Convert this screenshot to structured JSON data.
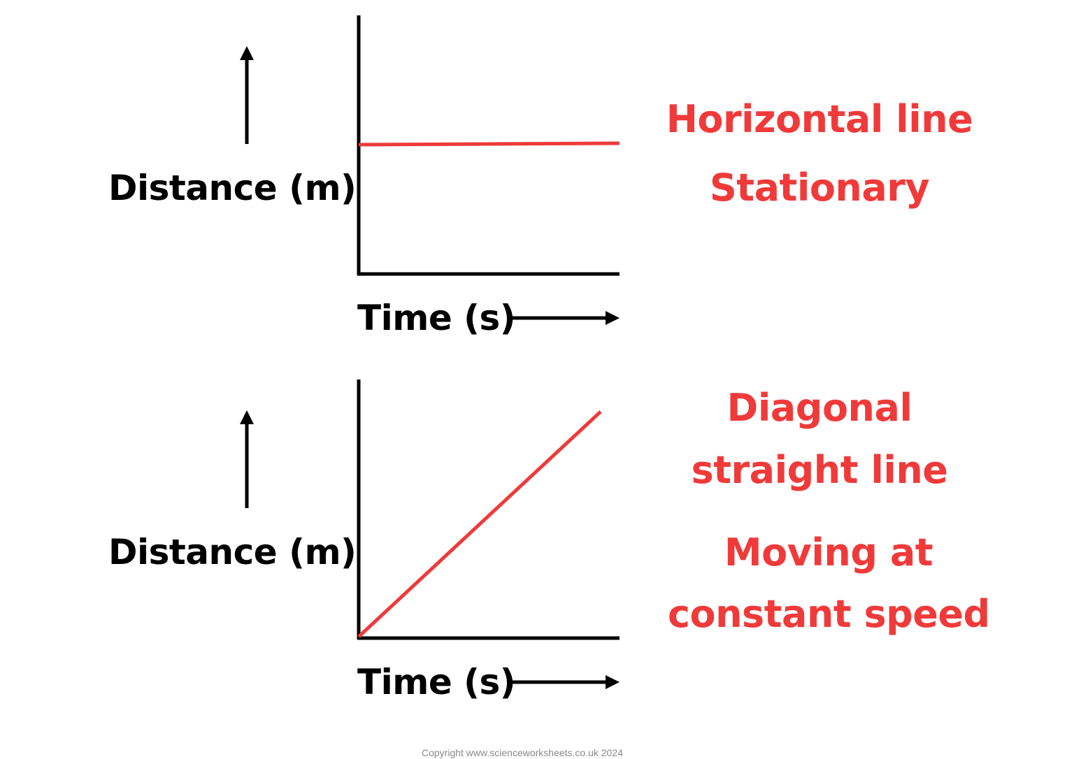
{
  "colors": {
    "axis": "#000000",
    "line": "#ee3a3a",
    "note_text": "#f03a3a",
    "copyright_text": "#8a8a8a",
    "background": "#ffffff"
  },
  "graphs": [
    {
      "y_label": "Distance (m)",
      "x_label": "Time (s)",
      "notes": [
        "Horizontal line",
        "Stationary"
      ]
    },
    {
      "y_label": "Distance (m)",
      "x_label": "Time (s)",
      "notes": [
        "Diagonal",
        "straight line",
        "Moving at",
        "constant speed"
      ]
    }
  ],
  "footer": {
    "copyright": "Copyright www.scienceworksheets.co.uk 2024"
  },
  "chart_data": [
    {
      "type": "line",
      "title": "Horizontal line – Stationary",
      "xlabel": "Time (s)",
      "ylabel": "Distance (m)",
      "grid": false,
      "series": [
        {
          "name": "distance",
          "x": [
            0,
            1
          ],
          "y": [
            0.5,
            0.5
          ]
        }
      ]
    },
    {
      "type": "line",
      "title": "Diagonal straight line – Moving at constant speed",
      "xlabel": "Time (s)",
      "ylabel": "Distance (m)",
      "grid": false,
      "series": [
        {
          "name": "distance",
          "x": [
            0,
            1
          ],
          "y": [
            0,
            0.88
          ]
        }
      ]
    }
  ]
}
